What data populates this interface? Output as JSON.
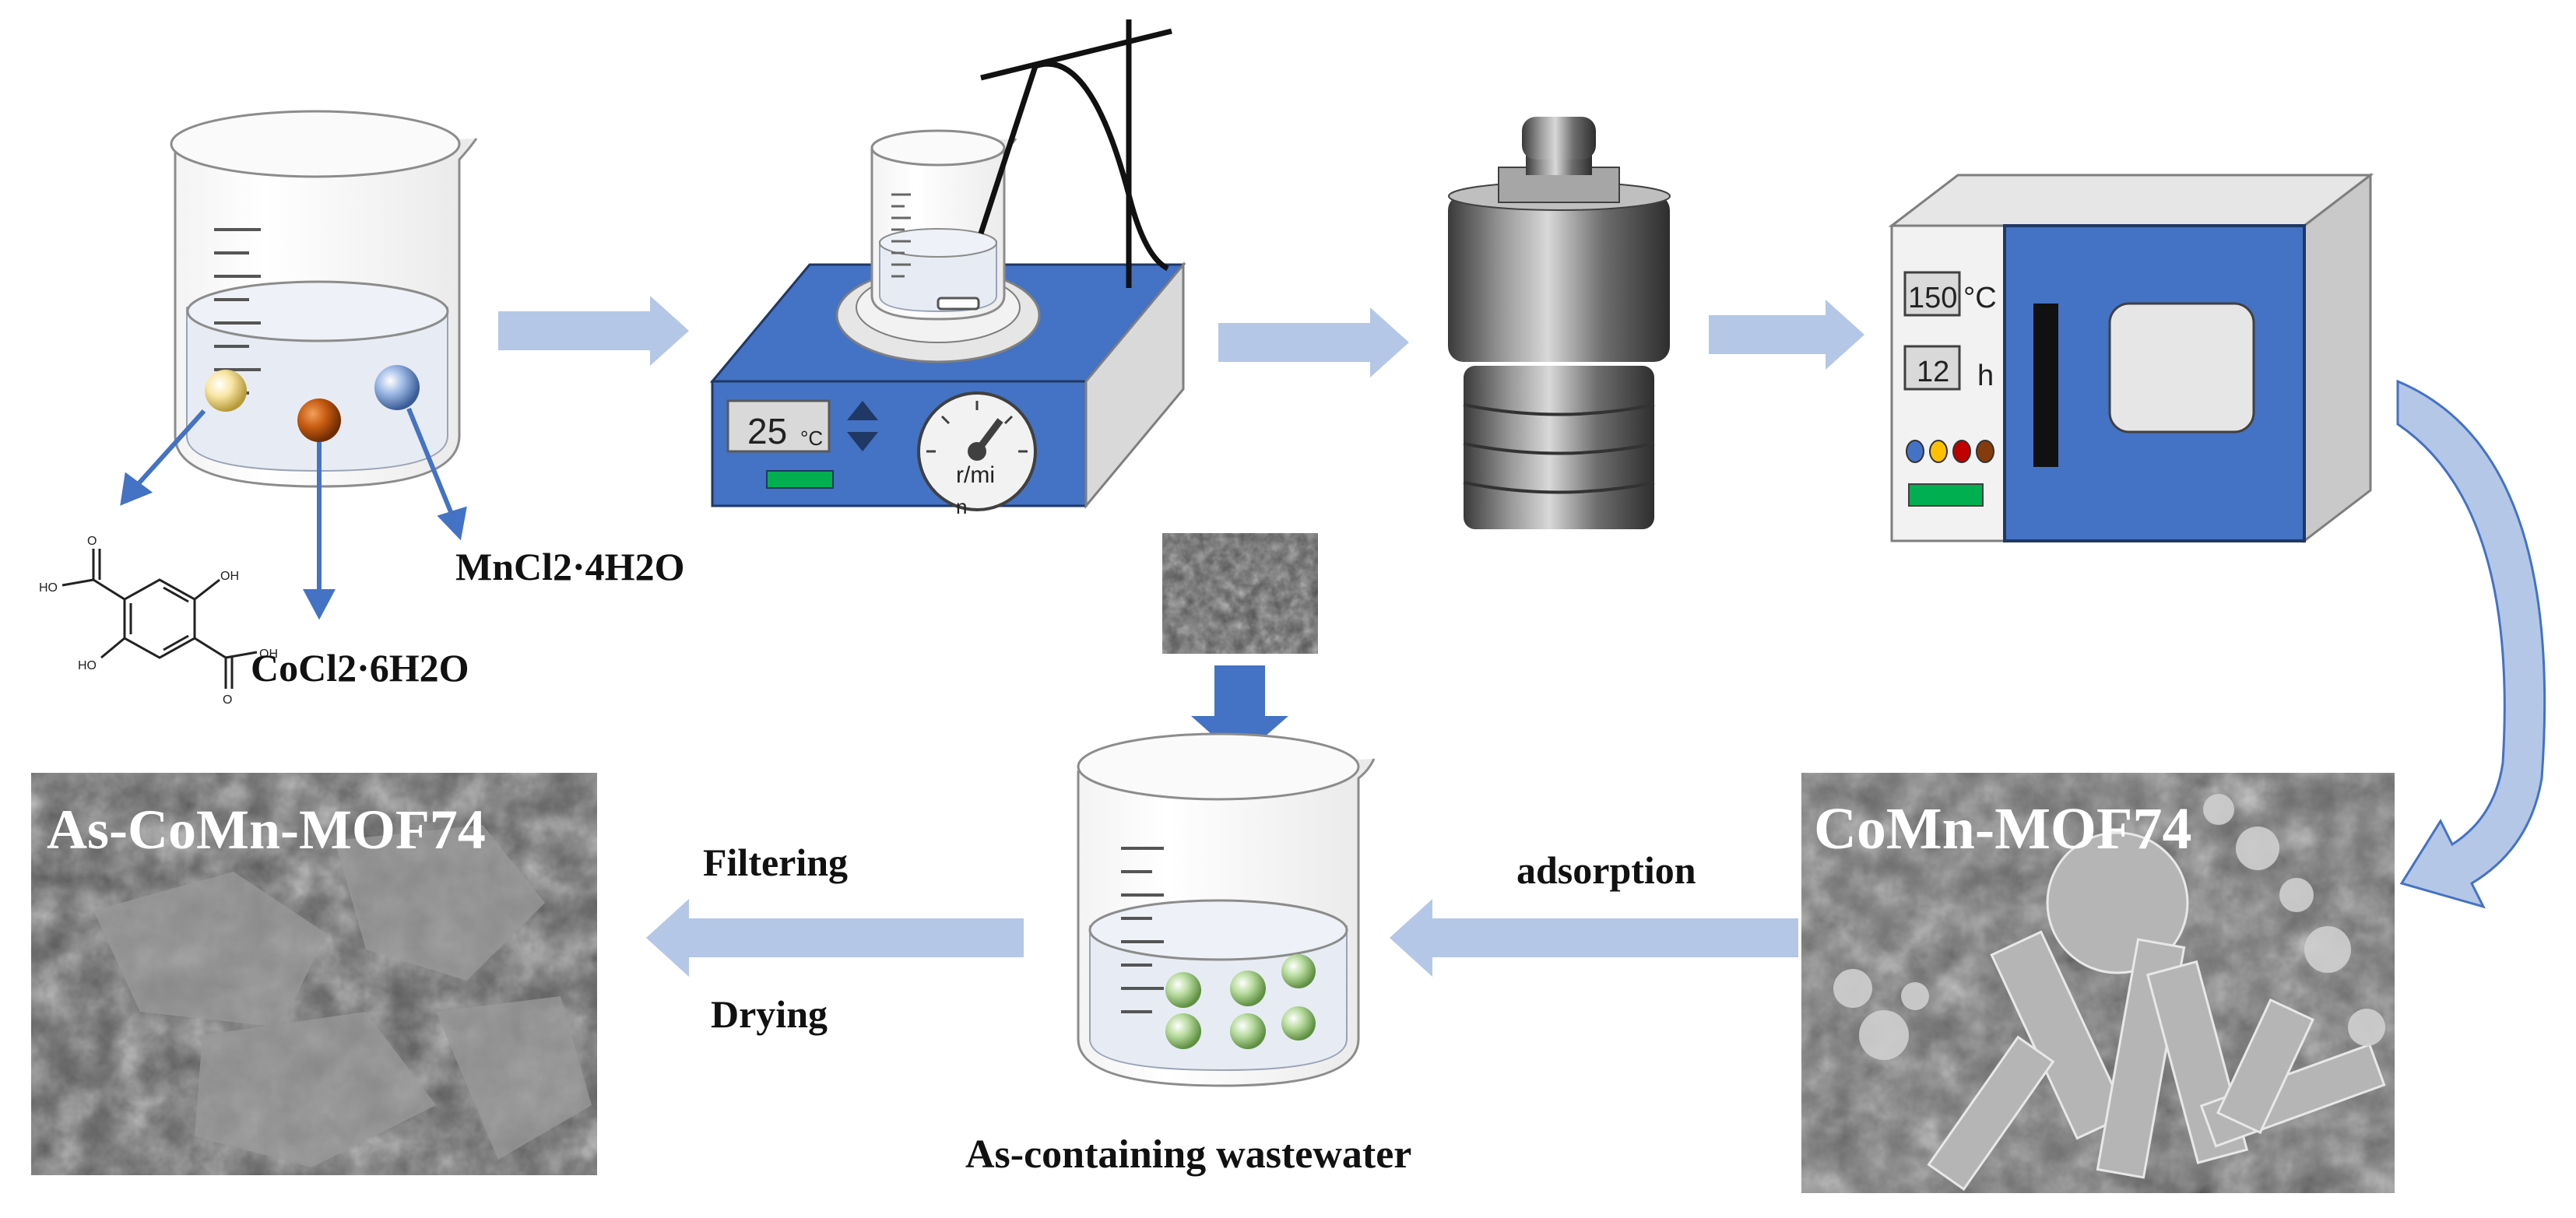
{
  "reagents": {
    "mn_salt": "MnCl2·4H2O",
    "co_salt": "CoCl2·6H2O",
    "ligand_atoms": {
      "oh1": "OH",
      "oh2": "OH",
      "ho1": "HO",
      "ho2": "HO",
      "o1": "O",
      "o2": "O"
    }
  },
  "stirrer": {
    "temperature_value": "25",
    "temperature_unit": "°C",
    "speed_unit": "r/mi",
    "speed_unit_wrap": "n"
  },
  "oven": {
    "temperature_value": "150",
    "temperature_unit": "°C",
    "time_value": "12",
    "time_unit": "h"
  },
  "steps": {
    "adsorption": "adsorption",
    "filtering": "Filtering",
    "drying": "Drying",
    "wastewater": "As-containing wastewater"
  },
  "sem_images": {
    "product": "CoMn-MOF74",
    "loaded": "As-CoMn-MOF74"
  },
  "colors": {
    "process_arrow": "#b4c7e7",
    "pointer_arrow": "#4472c4",
    "device_blue": "#4472c4",
    "lcd_green": "#00b050",
    "liquid": "#e7ecf4",
    "sphere_green": "#a9d18e"
  }
}
